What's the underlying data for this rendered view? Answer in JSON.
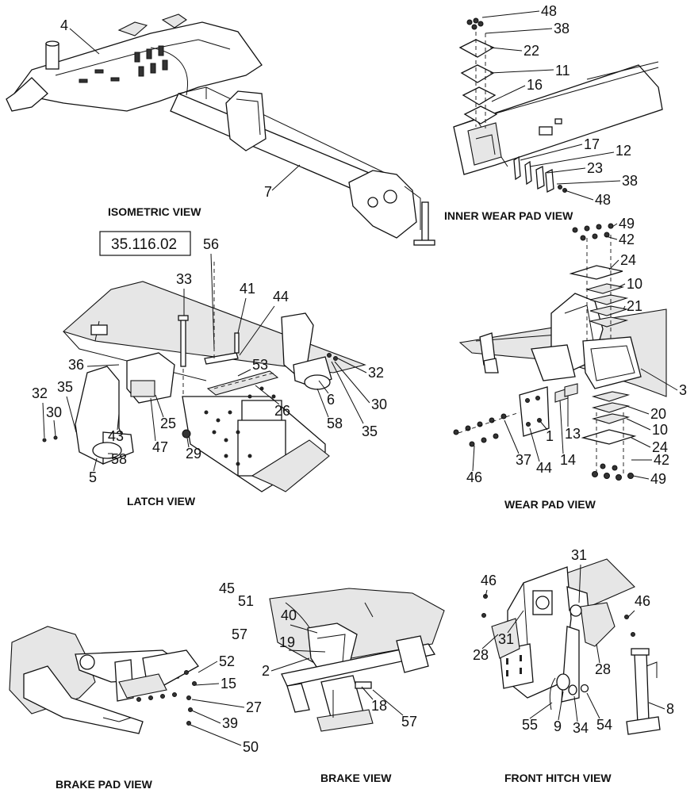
{
  "reference_box": "35.116.02",
  "views": [
    {
      "key": "isometric",
      "title": "ISOMETRIC VIEW"
    },
    {
      "key": "inner_wear_pad",
      "title": "INNER WEAR PAD VIEW"
    },
    {
      "key": "latch",
      "title": "LATCH VIEW"
    },
    {
      "key": "wear_pad",
      "title": "WEAR PAD VIEW"
    },
    {
      "key": "brake_pad",
      "title": "BRAKE PAD VIEW"
    },
    {
      "key": "brake",
      "title": "BRAKE VIEW"
    },
    {
      "key": "front_hitch",
      "title": "FRONT HITCH VIEW"
    }
  ],
  "callouts": {
    "isometric": [
      "4",
      "7"
    ],
    "inner_wear_pad": [
      "48",
      "38",
      "22",
      "11",
      "16",
      "17",
      "12",
      "23",
      "38",
      "48"
    ],
    "latch": [
      "33",
      "56",
      "41",
      "44",
      "36",
      "53",
      "32",
      "6",
      "30",
      "26",
      "58",
      "35",
      "32",
      "35",
      "30",
      "25",
      "43",
      "47",
      "58",
      "29",
      "5"
    ],
    "wear_pad": [
      "49",
      "42",
      "24",
      "10",
      "21",
      "3",
      "20",
      "10",
      "24",
      "42",
      "49",
      "1",
      "13",
      "14",
      "44",
      "37",
      "46"
    ],
    "brake_pad": [
      "52",
      "15",
      "27",
      "39",
      "50"
    ],
    "brake": [
      "45",
      "51",
      "40",
      "57",
      "19",
      "2",
      "18",
      "57"
    ],
    "front_hitch": [
      "31",
      "46",
      "46",
      "31",
      "28",
      "28",
      "8",
      "55",
      "9",
      "34",
      "54"
    ]
  }
}
